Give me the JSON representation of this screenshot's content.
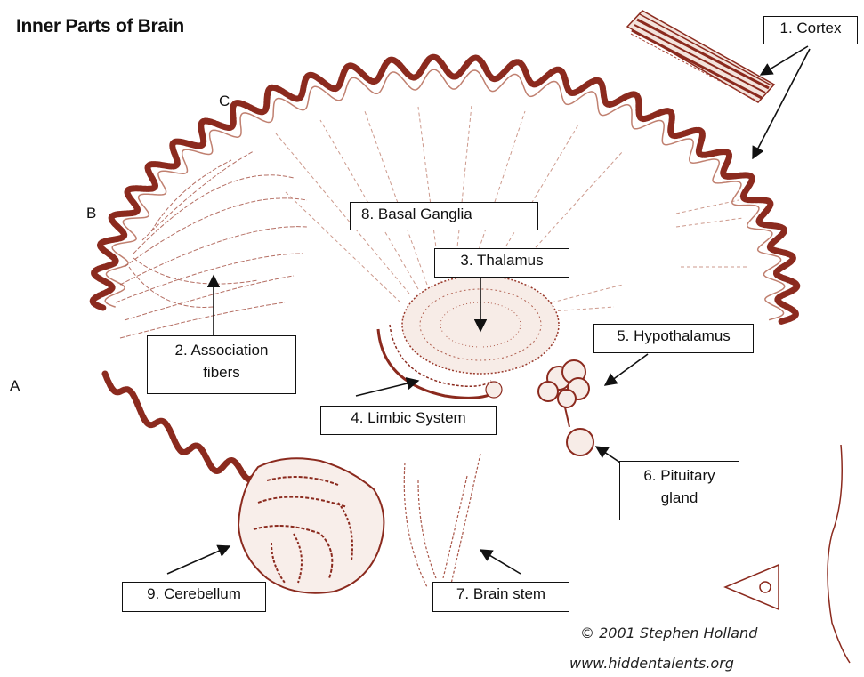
{
  "title": "Inner Parts of Brain",
  "region_letters": {
    "a": "A",
    "b": "B",
    "c": "C"
  },
  "labels": {
    "cortex": "1. Cortex",
    "association_1": "2. Association",
    "association_2": "fibers",
    "thalamus": "3. Thalamus",
    "limbic": "4. Limbic System",
    "hypothalamus": "5. Hypothalamus",
    "pituitary_1": "6. Pituitary",
    "pituitary_2": "gland",
    "brain_stem": "7. Brain stem",
    "basal_ganglia": "8. Basal Ganglia",
    "cerebellum": "9. Cerebellum"
  },
  "credit": {
    "copyright": "© 2001 Stephen Holland",
    "url": "www.hiddentalents.org"
  },
  "colors": {
    "tissue": "#8b2a1e",
    "tissue_light": "#c08070",
    "ink": "#111111"
  }
}
